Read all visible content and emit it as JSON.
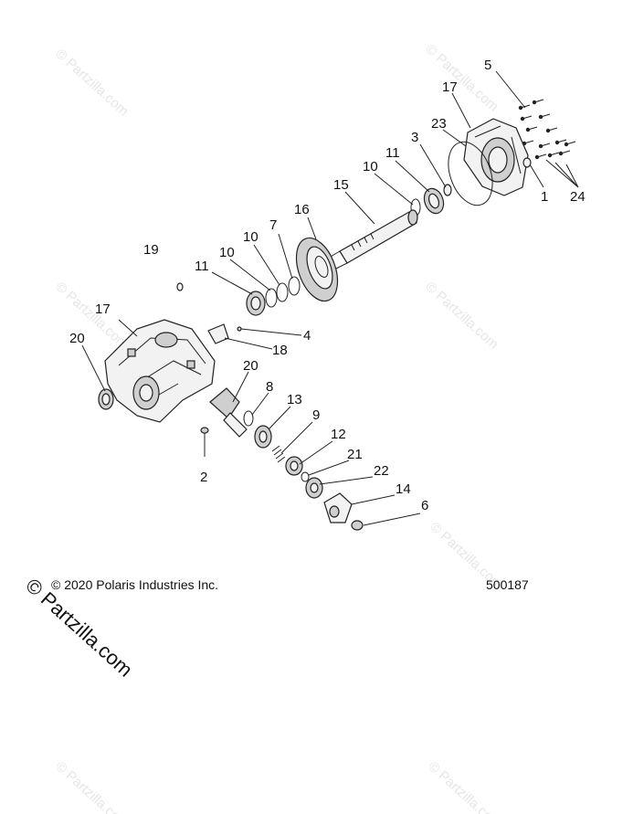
{
  "watermark_text": "© Partzilla.com",
  "callouts": {
    "c1": "1",
    "c2": "2",
    "c3": "3",
    "c4": "4",
    "c5": "5",
    "c6": "6",
    "c7": "7",
    "c8": "8",
    "c9": "9",
    "c10a": "10",
    "c10b": "10",
    "c10c": "10",
    "c11a": "11",
    "c11b": "11",
    "c12": "12",
    "c13": "13",
    "c14": "14",
    "c15": "15",
    "c16": "16",
    "c17a": "17",
    "c17b": "17",
    "c18": "18",
    "c19": "19",
    "c20a": "20",
    "c20b": "20",
    "c21": "21",
    "c22": "22",
    "c23": "23",
    "c24": "24"
  },
  "footer": {
    "copyright": "© 2020 Polaris Industries Inc.",
    "drawing_number": "500187"
  }
}
